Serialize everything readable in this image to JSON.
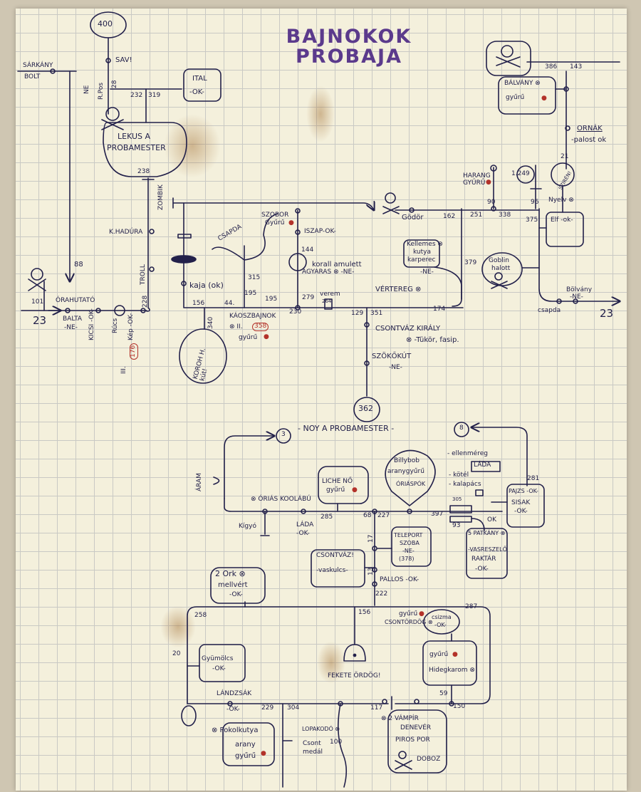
{
  "title": {
    "line1": "BAJNOKOK",
    "line2": "PROBAJA"
  },
  "colors": {
    "ink": "#22204a",
    "title": "#5b3a8c",
    "ring": "#b3322a",
    "paper": "#f4f0dc"
  },
  "top": {
    "start": "400",
    "sav": "SAV!",
    "sarkany": "SÁRKÁNY",
    "bolt": "BOLT",
    "ne_kard": "NE",
    "rps": "R.Pos",
    "n28": "28",
    "n232": "232",
    "n319": "319",
    "ital": "ITAL",
    "ital_ok": "-OK-",
    "lekus": "LEKUS A",
    "probamester": "PROBAMESTER",
    "n238": "238",
    "zombik": "ZOMBIK",
    "khadura": "K.HADÚRA",
    "troll": "TROLL",
    "n88": "88",
    "n101": "101",
    "n23_left": "23",
    "orahutato": "ÓRAHUTATÓ",
    "balta": "BALTA",
    "balta_ne": "-NE-",
    "kicsi": "KICSI -OK-",
    "rucs": "Rúcs",
    "kep": "Kép -OK-",
    "n228": "228",
    "n176": "176",
    "n176_prefix": "III.",
    "kaja": "kaja (ok)",
    "csapda_top": "CSAPDA",
    "szobor": "SZOBOR",
    "szobor_gyuru": "Gyűrű",
    "iszap": "ISZAP-OK-",
    "n144": "144",
    "korall": "korall amulett",
    "agyaras": "AGYARAS ⊗ -NE-",
    "n315": "315",
    "n195a": "195",
    "n195b": "195",
    "n156": "156",
    "n44": "44.",
    "n279": "279",
    "n230": "230",
    "verem": "verem",
    "n264": "264",
    "kaoszbajnok": "KÁOSZBAJNOK",
    "kaosz_num_prefix": "⊗ II.",
    "n358": "358",
    "kaosz_gyuru": "gyűrű",
    "n340": "340",
    "koroh": "KOROH H. kút!",
    "n129": "129",
    "n351": "351",
    "n174": "174",
    "vertereg": "VÉRTEREG ⊗",
    "kellemes": "Kellemes ⊗",
    "kutya": "kutya",
    "karperec": "karperec",
    "karperec_ne": "-NE-",
    "csontvaz_kiraly": "CSONTVÁZ KIRÁLY",
    "tukor": "⊗ -Tükör, fasip.",
    "szokokut": "SZÖKŐKÚT",
    "szokokut_ne": "-NE-",
    "godor": "Gödör",
    "n162": "162",
    "n251": "251",
    "n338": "338",
    "n90": "90",
    "n96": "96",
    "n375": "375",
    "harang": "HARANG",
    "harang_gyuru": "GYŰRŰ",
    "n249": "1.249",
    "szirén": "SZIRÉN!",
    "n21": "21",
    "ornak": "ORNÁK",
    "palost": "-palost ok",
    "balvany": "BÁLVÁNY ⊗",
    "balvany_gyuru": "gyűrű",
    "n386": "386",
    "n143": "143",
    "nyelv": "Nyelv ⊗",
    "elf": "Elf -ok-",
    "n379": "379",
    "goblin": "Goblin",
    "halott": "halott",
    "csapda": "csapda",
    "bolvany": "Bölvány",
    "bolvany_ne": "-NE-",
    "n23_right": "23"
  },
  "bottom": {
    "n362": "362",
    "noy": "- NOY A PROBAMESTER -",
    "c3": "3",
    "c8": "8",
    "aram": "ÁRAM",
    "orias_koolabu": "⊗ ÓRIÁS KOOLÁBÚ",
    "kigyo": "Kígyó",
    "lada": "LÁDA",
    "lada_ok": "-OK-",
    "liche": "LICHE NŐ",
    "liche_gyuru": "gyűrű",
    "billybob": "Billybob",
    "aranygyuru": "aranygyűrű",
    "oriaspok": "ÓRIÁSPÓK",
    "n285": "285",
    "n68": "68",
    "n227": "227",
    "n397": "397",
    "n305": "305",
    "n93": "93",
    "ellenmereg": "- ellenméreg",
    "lada2": "LÁDA",
    "kotel": "- kötél",
    "kalapacs": "- kalapács",
    "n281": "281",
    "pajzs": "PAJZS -OK-",
    "sisak": "SISAK",
    "sisak_ok": "-OK-",
    "ok": "OK",
    "patkany": "5 PATKÁNY ⊗",
    "vasreszelo": "-VASRESZELŐ",
    "raktar": "RAKTÁR",
    "raktar_ok": "-OK-",
    "teleport": "TELEPORT",
    "szoba": "SZOBA",
    "teleport_ne": "-NE-",
    "n378": "(378)",
    "n17": "17",
    "n13": "13",
    "csontvaz": "CSONTVÁZ!",
    "vaskulcs": "-vaskulcs-",
    "pallos": "PALLOS -OK-",
    "n222": "222",
    "ork": "2 Ork ⊗",
    "mellvert": "mellvért",
    "ork_ok": "-OK-",
    "n258": "258",
    "n156b": "156",
    "n287": "287",
    "gyuru_cs": "gyűrű",
    "csontordog": "CSONTÖRDÖG ⊗",
    "csizma": "csizma",
    "csizma_ok": "-OK-",
    "hg_gyuru": "gyűrű",
    "hidegkarom": "Hidegkarom ⊗",
    "n20": "20",
    "gyumolcs": "Gyümölcs",
    "gyumolcs_ok": "-OK-",
    "fekete": "FEKETE ÖRDÖG!",
    "landzsak": "LÁNDZSÁK",
    "landzsak_ok": "-OK-",
    "n229": "229",
    "n304": "304",
    "n117": "117",
    "n59": "59",
    "n150": "150",
    "pokolkutya": "⊗ Pokolkutya",
    "arany": "arany",
    "pk_gyuru": "gyűrű",
    "lopakodo": "LOPAKODÓ ⊗",
    "csont": "Csont",
    "medal": "medál",
    "n100": "100",
    "vampir": "⊗ 2 VÁMPÍR",
    "denever": "DENEVÉR",
    "piros": "PIROS POR",
    "doboz": "DOBOZ"
  }
}
